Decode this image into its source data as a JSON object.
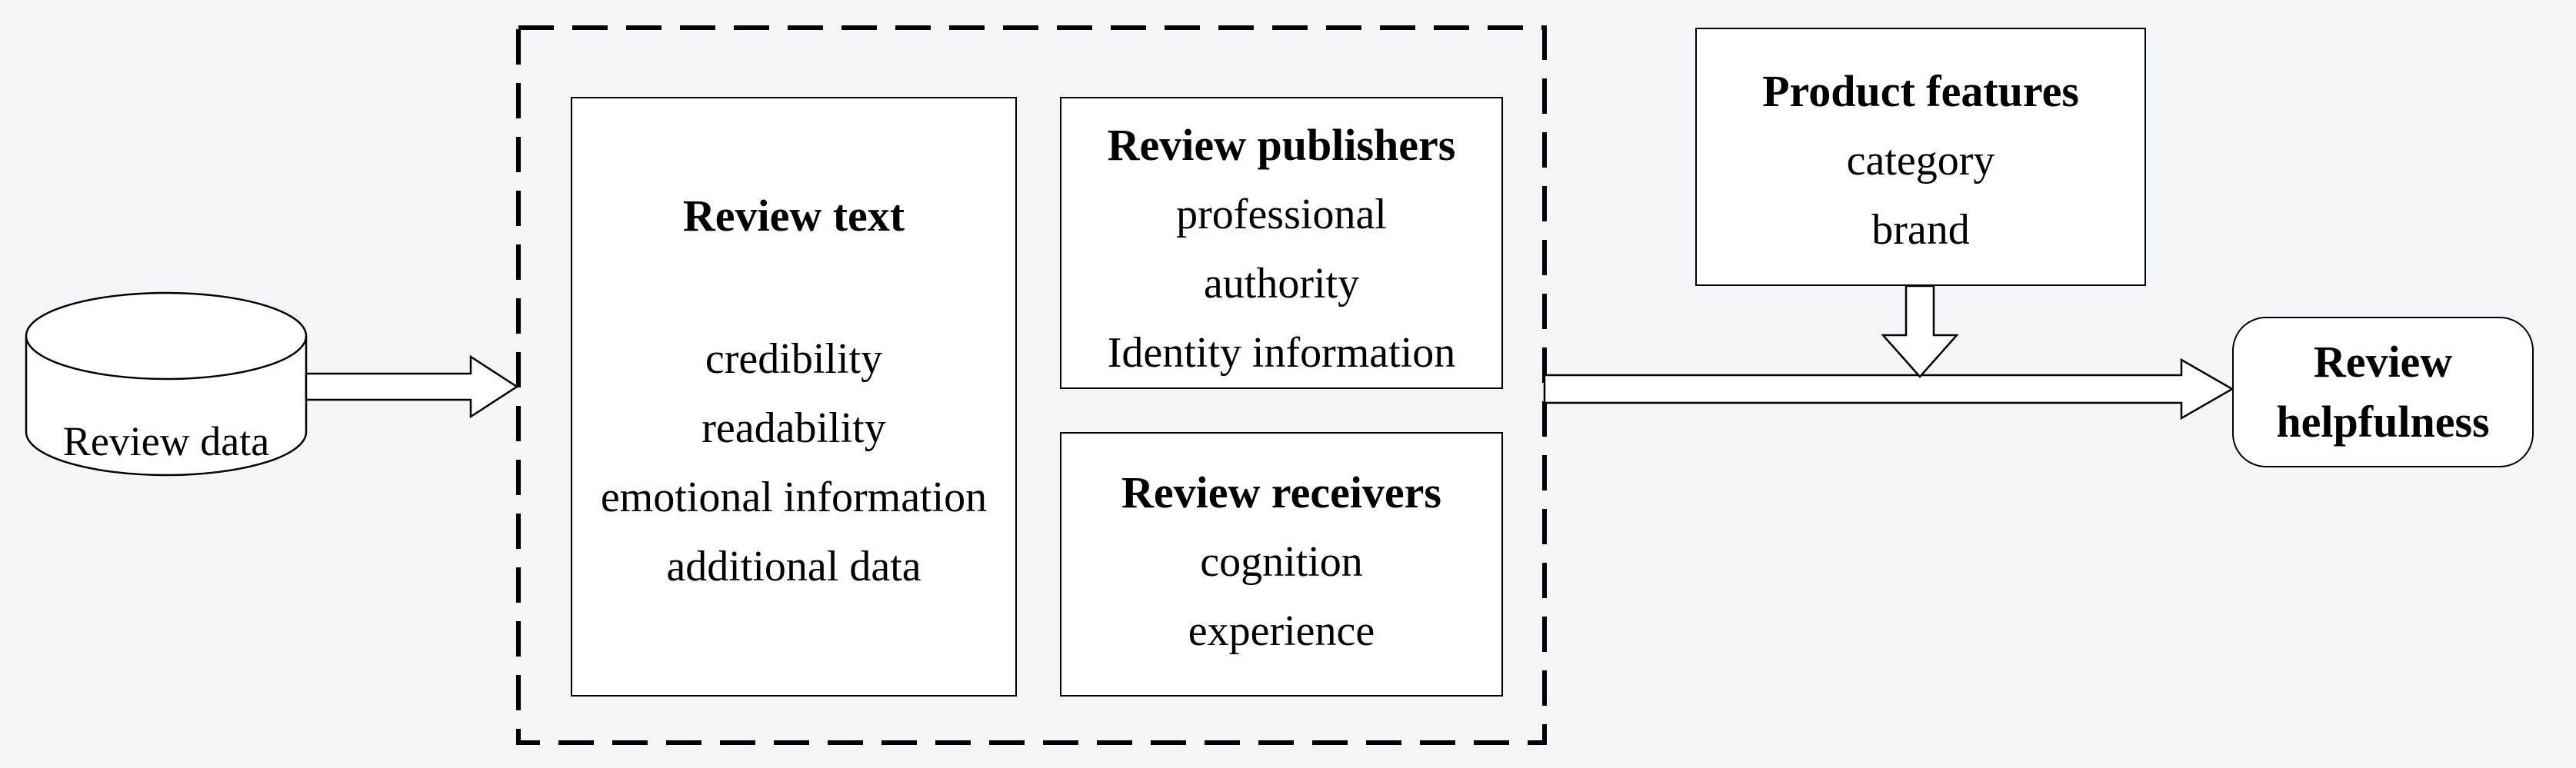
{
  "diagram": {
    "description": "Research model: review data feeds review text / publisher / receiver factors, moderated by product features, leading to review helpfulness",
    "colors": {
      "background": "#f3f5f9",
      "node_fill": "#ffffff",
      "line": "#000000"
    },
    "nodes": {
      "review_data": {
        "label": "Review data",
        "shape": "cylinder"
      },
      "review_text": {
        "title": "Review text",
        "items": [
          "credibility",
          "readability",
          "emotional information",
          "additional data"
        ]
      },
      "review_publishers": {
        "title": "Review publishers",
        "items": [
          "professional",
          "authority",
          "Identity information"
        ]
      },
      "review_receivers": {
        "title": "Review receivers",
        "items": [
          "cognition",
          "experience"
        ]
      },
      "product_features": {
        "title": "Product features",
        "items": [
          "category",
          "brand"
        ]
      },
      "review_helpfulness": {
        "label": "Review helpfulness",
        "shape": "rounded-rectangle"
      }
    },
    "connections": [
      {
        "from": "review_data",
        "to": "dashed-group",
        "type": "block-arrow-right"
      },
      {
        "from": "dashed-group",
        "to": "review_helpfulness",
        "type": "block-arrow-right"
      },
      {
        "from": "product_features",
        "to": "main-arrow",
        "type": "block-arrow-down"
      }
    ]
  }
}
